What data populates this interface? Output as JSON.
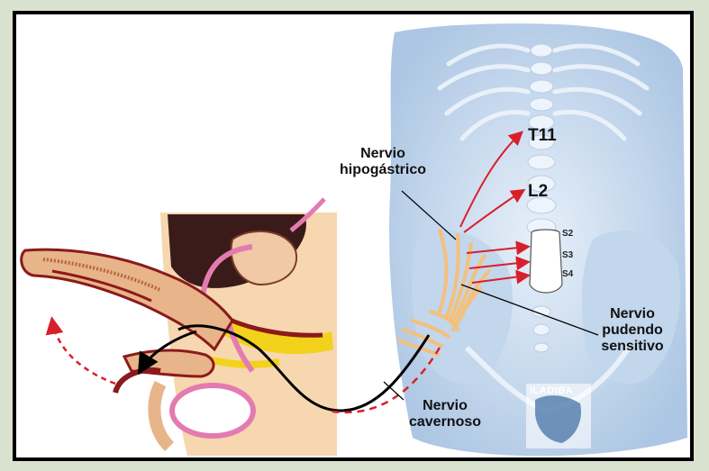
{
  "labels": {
    "hipogastrico_line1": "Nervio",
    "hipogastrico_line2": "hipogástrico",
    "pudendo_line1": "Nervio",
    "pudendo_line2": "pudendo",
    "pudendo_line3": "sensitivo",
    "cavernoso_line1": "Nervio",
    "cavernoso_line2": "cavernoso",
    "t11": "T11",
    "l2": "L2",
    "s2": "S2",
    "s3": "S3",
    "s4": "S4",
    "logo": "ILADIBA"
  },
  "colors": {
    "spine_blue": "#a9c4e0",
    "nerve": "#f4c07a",
    "arrow_red": "#d8202c",
    "skin": "#e8b48a",
    "muscle": "#8b1a1a",
    "fat_yellow": "#f2d21a",
    "pink_tube": "#e37bb0",
    "frame_border": "#000000"
  }
}
